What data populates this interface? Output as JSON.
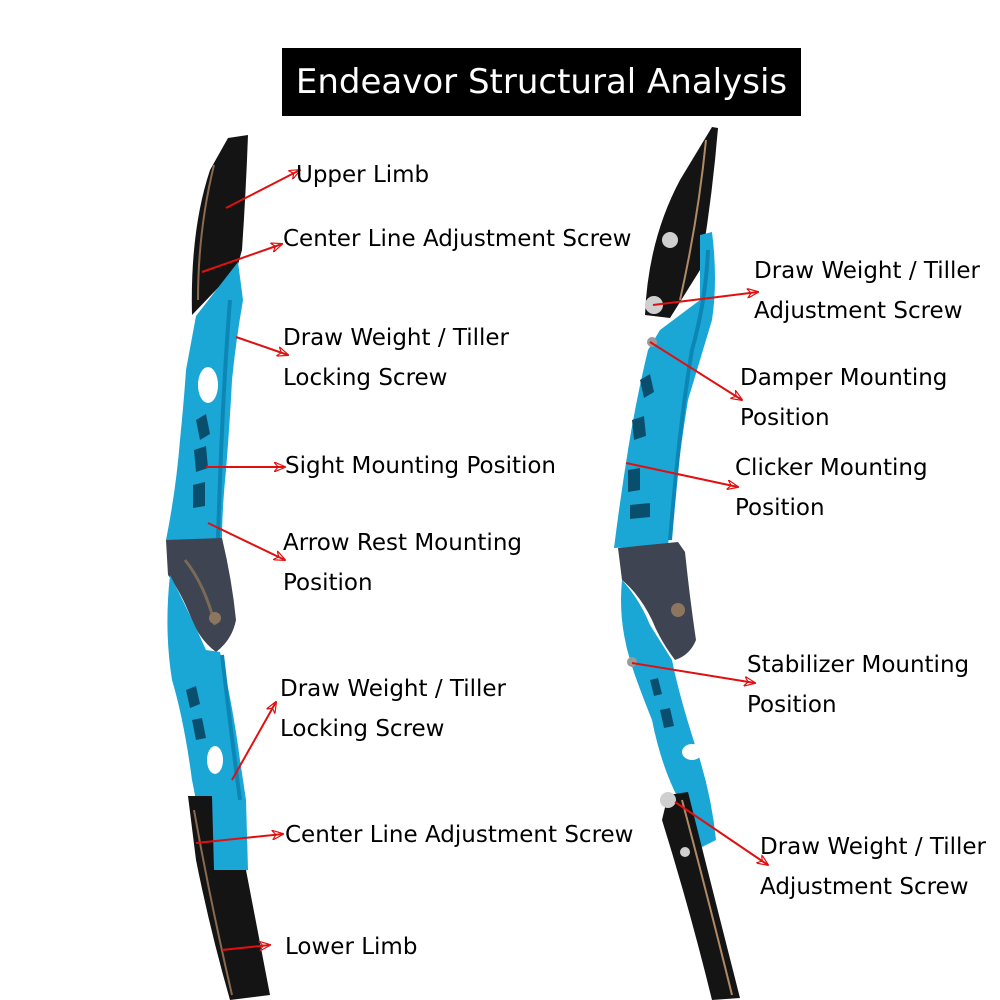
{
  "title": "Endeavor Structural Analysis",
  "colors": {
    "riser": "#1aa7d6",
    "riser_dark": "#0d86b5",
    "limb": "#141414",
    "grip": "#3e4452",
    "arrow": "#e01010",
    "title_bg": "#000000"
  },
  "left_bow": {
    "labels": [
      {
        "id": "upper-limb",
        "lines": [
          "Upper Limb"
        ]
      },
      {
        "id": "center-line-adjustment-screw-upper",
        "lines": [
          "Center Line Adjustment Screw"
        ]
      },
      {
        "id": "draw-weight-tiller-locking-screw-upper",
        "lines": [
          "Draw Weight / Tiller",
          "Locking Screw"
        ]
      },
      {
        "id": "sight-mounting-position",
        "lines": [
          "Sight Mounting Position"
        ]
      },
      {
        "id": "arrow-rest-mounting-position",
        "lines": [
          "Arrow Rest Mounting",
          "Position"
        ]
      },
      {
        "id": "draw-weight-tiller-locking-screw-lower",
        "lines": [
          "Draw Weight / Tiller",
          "Locking Screw"
        ]
      },
      {
        "id": "center-line-adjustment-screw-lower",
        "lines": [
          "Center Line Adjustment Screw"
        ]
      },
      {
        "id": "lower-limb",
        "lines": [
          "Lower Limb"
        ]
      }
    ]
  },
  "right_bow": {
    "labels": [
      {
        "id": "draw-weight-tiller-adjustment-screw-upper",
        "lines": [
          "Draw Weight / Tiller",
          "Adjustment Screw"
        ]
      },
      {
        "id": "damper-mounting-position",
        "lines": [
          "Damper Mounting",
          "Position"
        ]
      },
      {
        "id": "clicker-mounting-position",
        "lines": [
          "Clicker Mounting",
          "Position"
        ]
      },
      {
        "id": "stabilizer-mounting-position",
        "lines": [
          "Stabilizer Mounting",
          "Position"
        ]
      },
      {
        "id": "draw-weight-tiller-adjustment-screw-lower",
        "lines": [
          "Draw Weight / Tiller",
          "Adjustment Screw"
        ]
      }
    ]
  }
}
